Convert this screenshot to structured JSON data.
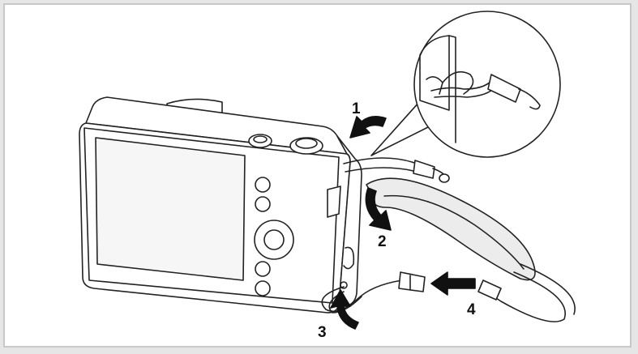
{
  "figure": {
    "step_labels": [
      "1",
      "2",
      "3",
      "4"
    ],
    "colors": {
      "background": "#ffffff",
      "frame_border": "#c8c8c8",
      "line": "#222222",
      "strap_fill": "#ececec",
      "screen_fill": "#f6f6f6",
      "arrow": "#111111"
    }
  }
}
